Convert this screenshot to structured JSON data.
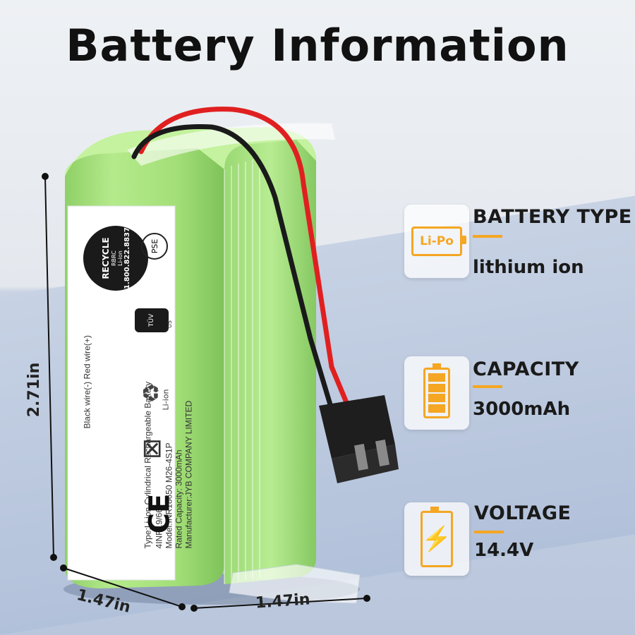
{
  "page": {
    "title": "Battery Information"
  },
  "dimensions": {
    "height": "2.71in",
    "depth": "1.47in",
    "width": "1.47in"
  },
  "battery_label": {
    "lines": [
      "Type:Li-ion Cylindrical Rechargeable Battery",
      "4INR19/66",
      "Model:INR18650 M26-4S1P",
      "Rated Capacity: 3000mAh",
      "Manufacturer:JYB COMPANY LIMITED"
    ],
    "wires": "Black wire(-)   Red wire(+)",
    "recycle_text": "RECYCLE",
    "rbrc": "RBRC",
    "li_ion": "Li-ion",
    "phone": "1.800.822.8837",
    "pse": "PSE",
    "recycle_li_ion": "Li-ion",
    "ce": "CE",
    "tuv": "TÜV",
    "us": "US"
  },
  "specs": [
    {
      "title": "BATTERY TYPE",
      "value": "lithium ion",
      "icon": "lipo-battery-icon",
      "icon_text": "Li-Po"
    },
    {
      "title": "CAPACITY",
      "value": "3000mAh",
      "icon": "full-battery-icon"
    },
    {
      "title": "VOLTAGE",
      "value": "14.4V",
      "icon": "lightning-battery-icon"
    }
  ],
  "colors": {
    "accent": "#f5a623",
    "battery_green": "#a6e07a",
    "wire_red": "#e02020",
    "wire_black": "#1a1a1a"
  }
}
